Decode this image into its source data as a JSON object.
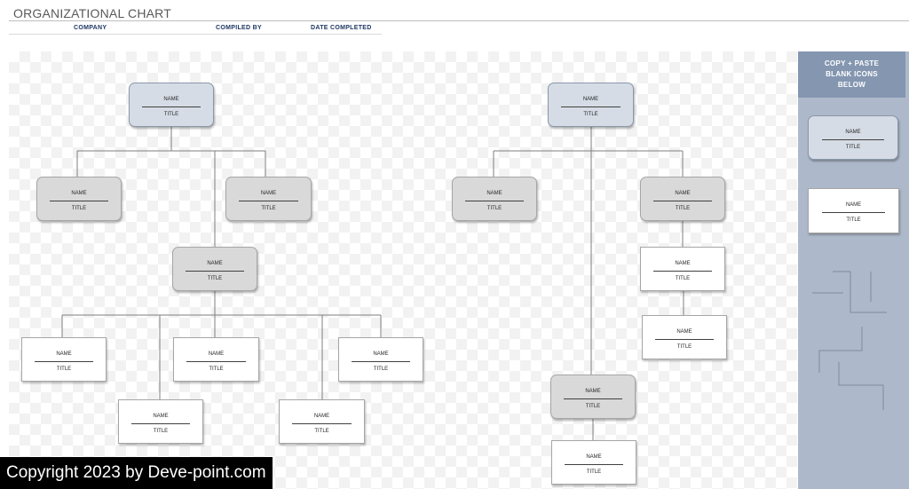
{
  "header": {
    "title": "ORGANIZATIONAL CHART",
    "company_label": "COMPANY",
    "compiled_by_label": "COMPILED BY",
    "date_completed_label": "DATE COMPLETED"
  },
  "box_text": {
    "name": "NAME",
    "title": "TITLE"
  },
  "sidebar": {
    "heading": "COPY + PASTE BLANK ICONS BELOW"
  },
  "watermark": "Copyright 2023 by Deve-point.com",
  "colors": {
    "blue_box": "#d6dce5",
    "gray_box": "#d9d9d9",
    "white_box": "#ffffff",
    "sidebar": "#adb9ca",
    "sidebar_header": "#8496b0",
    "connector": "#7f7f7f"
  },
  "chart_data": {
    "type": "org-chart",
    "charts": [
      {
        "root": {
          "name": "NAME",
          "title": "TITLE",
          "style": "blue"
        },
        "children": [
          {
            "name": "NAME",
            "title": "TITLE",
            "style": "gray"
          },
          {
            "name": "NAME",
            "title": "TITLE",
            "style": "gray"
          },
          {
            "name": "NAME",
            "title": "TITLE",
            "style": "gray",
            "children": [
              {
                "name": "NAME",
                "title": "TITLE",
                "style": "white"
              },
              {
                "name": "NAME",
                "title": "TITLE",
                "style": "white"
              },
              {
                "name": "NAME",
                "title": "TITLE",
                "style": "white"
              },
              {
                "name": "NAME",
                "title": "TITLE",
                "style": "white"
              },
              {
                "name": "NAME",
                "title": "TITLE",
                "style": "white"
              }
            ]
          }
        ]
      },
      {
        "root": {
          "name": "NAME",
          "title": "TITLE",
          "style": "blue"
        },
        "children": [
          {
            "name": "NAME",
            "title": "TITLE",
            "style": "gray"
          },
          {
            "name": "NAME",
            "title": "TITLE",
            "style": "gray",
            "children": [
              {
                "name": "NAME",
                "title": "TITLE",
                "style": "white"
              },
              {
                "name": "NAME",
                "title": "TITLE",
                "style": "white"
              }
            ]
          },
          {
            "name": "NAME",
            "title": "TITLE",
            "style": "gray",
            "children": [
              {
                "name": "NAME",
                "title": "TITLE",
                "style": "white"
              }
            ]
          }
        ]
      }
    ],
    "palette": [
      {
        "name": "NAME",
        "title": "TITLE",
        "style": "blue"
      },
      {
        "name": "NAME",
        "title": "TITLE",
        "style": "white"
      }
    ]
  }
}
